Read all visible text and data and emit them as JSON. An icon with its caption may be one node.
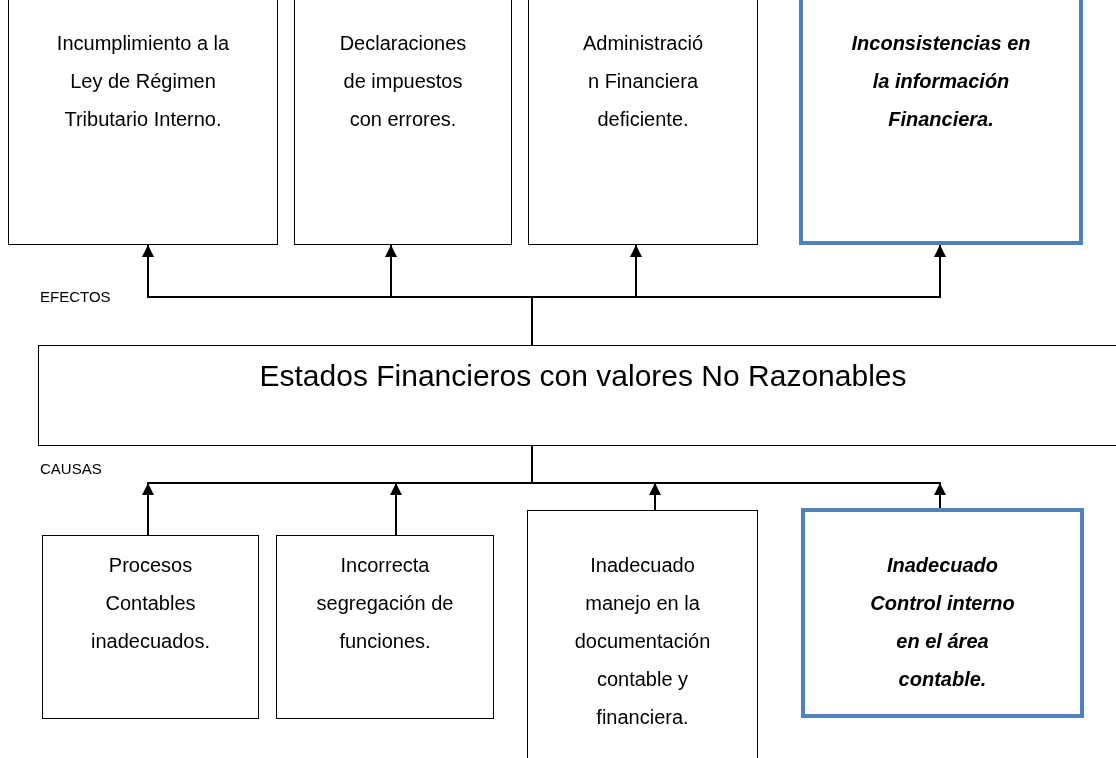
{
  "diagram": {
    "nodes": [
      {
        "text": [
          "Incumplimiento a la Ley de Régimen Tributario Interno."
        ]
      },
      {
        "text": [
          "Declaraciones de impuestos con errores."
        ]
      },
      {
        "text": [
          "Administració n Financiera deficiente."
        ]
      },
      {
        "text": [
          "Inconsistencias en la información Financiera."
        ]
      },
      {
        "text": [
          "Estados Financieros con valores No Razonables"
        ]
      },
      {
        "text": [
          "Procesos Contables inadecuados."
        ]
      },
      {
        "text": [
          "Incorrecta segregación de funciones."
        ]
      },
      {
        "text": [
          "Inadecuado manejo en la documentación contable y financiera."
        ]
      },
      {
        "text": [
          "Inadecuado Control interno en el área contable."
        ]
      }
    ],
    "edges": [
      {
        "from": 4,
        "to": 0,
        "arrow": "to"
      },
      {
        "from": 4,
        "to": 1,
        "arrow": "to"
      },
      {
        "from": 4,
        "to": 2,
        "arrow": "to"
      },
      {
        "from": 4,
        "to": 3,
        "arrow": "to"
      },
      {
        "from": 5,
        "to": 4,
        "arrow": "to"
      },
      {
        "from": 6,
        "to": 4,
        "arrow": "to"
      },
      {
        "from": 7,
        "to": 4,
        "arrow": "to"
      },
      {
        "from": 8,
        "to": 4,
        "arrow": "to"
      }
    ],
    "labels": [
      "EFECTOS",
      "CAUSAS"
    ]
  }
}
